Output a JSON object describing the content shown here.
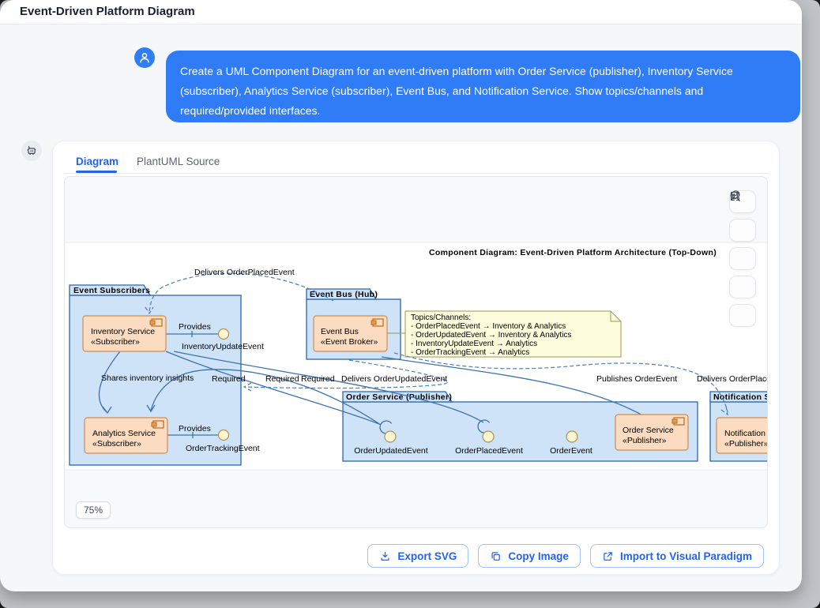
{
  "header": {
    "title": "Event-Driven Platform Diagram"
  },
  "message": {
    "lines": [
      "Create a UML Component Diagram for an event-driven platform with Order Service (publisher), Inventory Service",
      "(subscriber), Analytics Service (subscriber), Event Bus, and Notification Service. Show topics/channels and",
      "required/provided interfaces."
    ]
  },
  "tabs": {
    "diagram": "Diagram",
    "source": "PlantUML Source"
  },
  "canvas": {
    "zoom_level": "75%"
  },
  "diagram": {
    "title": "Component Diagram: Event-Driven Platform Architecture (Top-Down)",
    "packages": {
      "subscribers": "Event Subscribers",
      "bus": "Event Bus (Hub)",
      "order": "Order Service (Publisher)",
      "notification": "Notification S"
    },
    "components": {
      "inventory": {
        "name": "Inventory Service",
        "stereotype": "«Subscriber»"
      },
      "analytics": {
        "name": "Analytics Service",
        "stereotype": "«Subscriber»"
      },
      "bus": {
        "name": "Event Bus",
        "stereotype": "«Event Broker»"
      },
      "order": {
        "name": "Order Service",
        "stereotype": "«Publisher»"
      },
      "notification": {
        "name": "Notification",
        "stereotype": "«Publisher»"
      }
    },
    "interfaces": {
      "inventory_update": "InventoryUpdateEvent",
      "order_tracking": "OrderTrackingEvent",
      "order_updated": "OrderUpdatedEvent",
      "order_placed": "OrderPlacedEvent",
      "order_event": "OrderEvent"
    },
    "edge_labels": {
      "delivers_placed": "Delivers OrderPlacedEvent",
      "provides_1": "Provides",
      "provides_2": "Provides",
      "shares": "Shares inventory insights",
      "required_1": "Required",
      "required_2": "Required",
      "required_3": "Required",
      "delivers_updated": "Delivers OrderUpdatedEvent",
      "publishes": "Publishes OrderEvent",
      "delivers_placed_right": "Delivers OrderPlaced"
    },
    "note": {
      "lines": [
        "Topics/Channels:",
        "- OrderPlacedEvent → Inventory & Analytics",
        "- OrderUpdatedEvent → Inventory & Analytics",
        "- InventoryUpdateEvent → Analytics",
        "- OrderTrackingEvent → Analytics"
      ]
    }
  },
  "footer": {
    "export": "Export SVG",
    "copy": "Copy Image",
    "import": "Import to Visual Paradigm"
  },
  "colors": {
    "accent": "#2f7cf6",
    "tab_active": "#2563eb",
    "package_fill": "#cfe3f8",
    "package_border": "#2b66ab",
    "component_fill": "#fbdcc0",
    "component_border": "#cf8b52",
    "note_fill": "#fdfcdc",
    "note_border": "#9a9a4f",
    "edge": "#3d72ad",
    "interface_fill": "#fdf4d0",
    "interface_border": "#ab9455"
  }
}
